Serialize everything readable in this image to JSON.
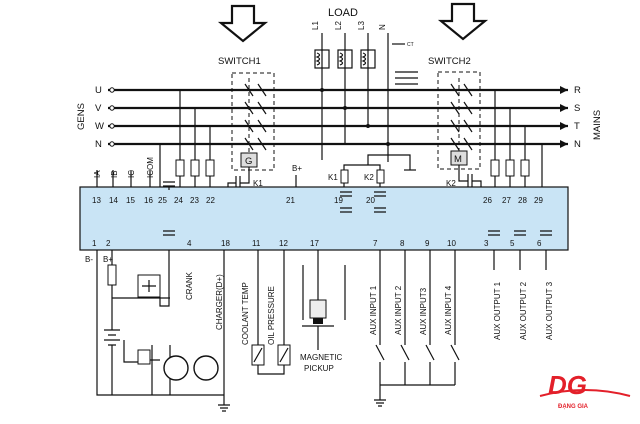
{
  "labels": {
    "load": "LOAD",
    "switch1": "SWITCH1",
    "switch2": "SWITCH2",
    "gens": "GENS",
    "mains": "MAINS",
    "load_phases": [
      "L1",
      "L2",
      "L3",
      "N"
    ],
    "gens_phases": [
      "U",
      "V",
      "W",
      "N"
    ],
    "mains_phases": [
      "R",
      "S",
      "T",
      "N"
    ],
    "ct_label": "CT",
    "breaker_gen": "G",
    "breaker_mains": "M",
    "relay_k1": "K1",
    "relay_k2": "K2",
    "relay_k1_coil": "K1",
    "relay_k2_coil": "K2",
    "bplus_top": "B+",
    "top_inputs": [
      "IA",
      "IB",
      "IC",
      "ICOM"
    ],
    "top_terminals": [
      "13",
      "14",
      "15",
      "16",
      "25",
      "24",
      "23",
      "22",
      "21",
      "19",
      "20",
      "26",
      "27",
      "28",
      "29"
    ],
    "bottom_terminals": [
      "1",
      "2",
      "4",
      "18",
      "11",
      "12",
      "17",
      "7",
      "8",
      "9",
      "10",
      "3",
      "5",
      "6"
    ],
    "bminus": "B-",
    "bplus_bottom": "B+",
    "crank": "CRANK",
    "charger": "CHARGER(D+)",
    "coolant": "COOLANT TEMP",
    "oil": "OIL PRESSURE",
    "magnetic": "MAGNETIC",
    "pickup": "PICKUP",
    "aux_inputs": [
      "AUX INPUT 1",
      "AUX INPUT 2",
      "AUX INPUT3",
      "AUX INPUT 4"
    ],
    "aux_outputs": [
      "AUX OUTPUT 1",
      "AUX OUTPUT 2",
      "AUX OUTPUT 3"
    ]
  },
  "logo": {
    "text": "DG",
    "subtext": "ĐẠNG GIA"
  },
  "colors": {
    "controller": "#c9e4f5",
    "logo_red": "#e3202a"
  }
}
